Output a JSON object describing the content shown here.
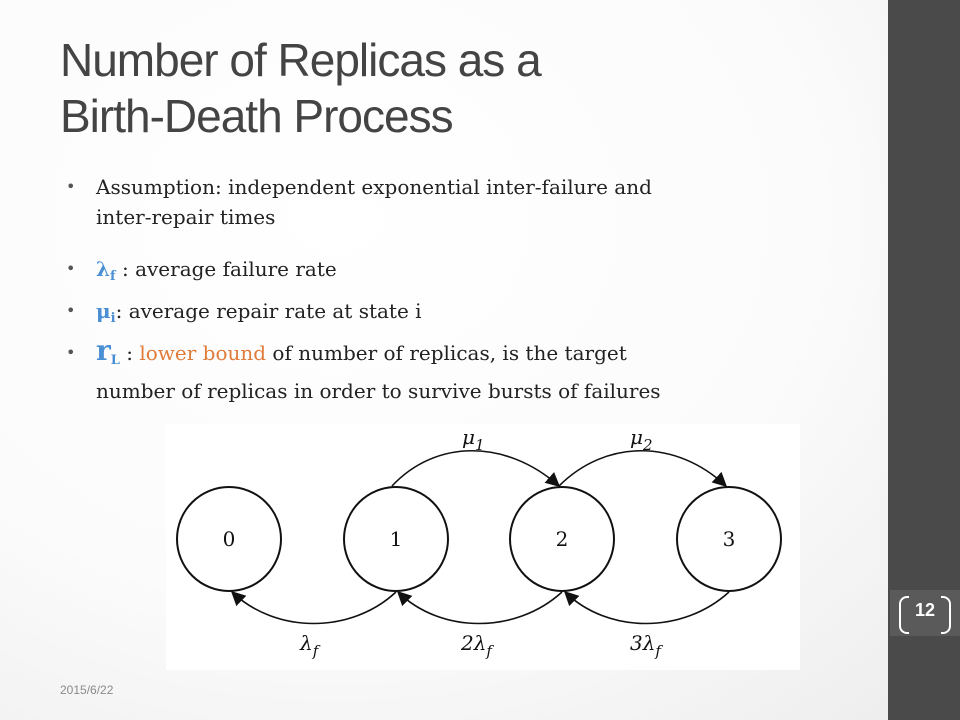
{
  "title": {
    "line1": "Number of Replicas as a",
    "line2": "Birth-Death Process"
  },
  "bullets": {
    "b1": "Assumption: independent exponential inter-failure and inter-repair times",
    "b1_line1": "Assumption: independent exponential inter-failure and",
    "b1_line2": "inter-repair times",
    "b2_symbol": "λ",
    "b2_sub": "f",
    "b2_text": " : average failure rate",
    "b3_symbol": "μ",
    "b3_sub": "i",
    "b3_text": ": average repair rate at state i",
    "b4_symbol": "r",
    "b4_sub": "L",
    "b4_sep": " : ",
    "b4_highlight": "lower bound",
    "b4_text1": " of number of replicas, is the target",
    "b4_text2": "number of replicas in order to survive bursts of failures"
  },
  "diagram": {
    "states": [
      "0",
      "1",
      "2",
      "3"
    ],
    "repair_labels": [
      {
        "main": "μ",
        "sub": "1"
      },
      {
        "main": "μ",
        "sub": "2"
      }
    ],
    "failure_labels": [
      {
        "main": "λ",
        "sub": "f"
      },
      {
        "main": "2λ",
        "sub": "f"
      },
      {
        "main": "3λ",
        "sub": "f"
      }
    ]
  },
  "footer": {
    "date": "2015/6/22",
    "page_number": "12"
  },
  "colors": {
    "accent_blue": "#4a8fd4",
    "highlight_orange": "#e07b39",
    "sidebar": "#4a4a4a"
  }
}
